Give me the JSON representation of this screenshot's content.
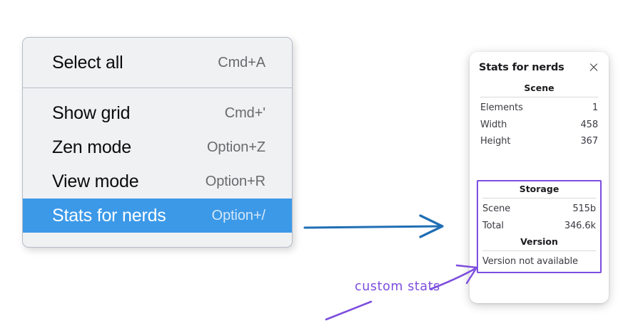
{
  "context_menu": {
    "name": "canvas-context-menu",
    "groups": [
      {
        "items": [
          {
            "label": "Select all",
            "shortcut": "Cmd+A",
            "selected": false
          }
        ]
      },
      {
        "items": [
          {
            "label": "Show grid",
            "shortcut": "Cmd+'",
            "selected": false
          },
          {
            "label": "Zen mode",
            "shortcut": "Option+Z",
            "selected": false
          },
          {
            "label": "View mode",
            "shortcut": "Option+R",
            "selected": false
          },
          {
            "label": "Stats for nerds",
            "shortcut": "Option+/",
            "selected": true
          }
        ]
      }
    ],
    "highlight_color": "#3c99e8",
    "background_color": "#f0f1f3"
  },
  "stats_panel": {
    "title": "Stats for nerds",
    "close_icon": "close-icon",
    "sections": [
      {
        "heading": "Scene",
        "rows": [
          {
            "key": "Elements",
            "value": "1"
          },
          {
            "key": "Width",
            "value": "458"
          },
          {
            "key": "Height",
            "value": "367"
          }
        ]
      },
      {
        "heading": "Storage",
        "rows": [
          {
            "key": "Scene",
            "value": "515b"
          },
          {
            "key": "Total",
            "value": "346.6k"
          }
        ]
      },
      {
        "heading": "Version",
        "text": "Version not available"
      }
    ]
  },
  "annotations": {
    "blue_arrow": {
      "name": "flow-arrow",
      "color": "#1f6eb4"
    },
    "custom_stats": {
      "label": "custom stats",
      "color": "#7c4dde"
    }
  }
}
